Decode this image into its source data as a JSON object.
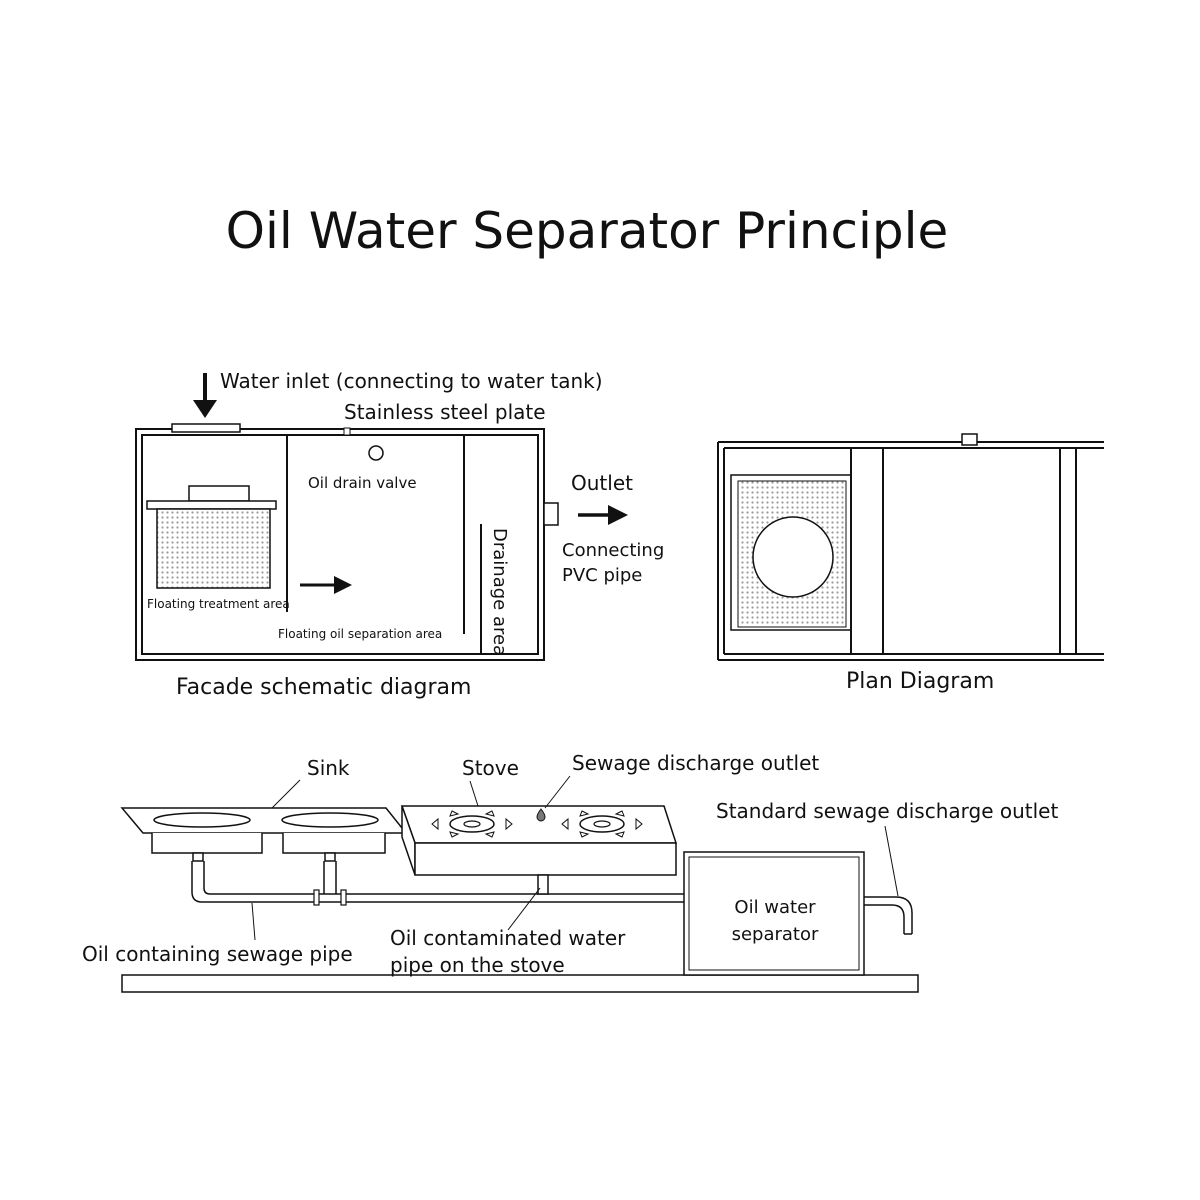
{
  "title": "Oil Water Separator Principle",
  "facade": {
    "water_inlet": "Water inlet (connecting to water tank)",
    "stainless_steel_plate": "Stainless steel plate",
    "oil_drain_valve": "Oil drain valve",
    "outlet": "Outlet",
    "connecting_pvc_line1": "Connecting",
    "connecting_pvc_line2": "PVC pipe",
    "floating_treatment_area": "Floating treatment area",
    "floating_oil_separation_area": "Floating oil separation area",
    "drainage_area": "Drainage area",
    "caption": "Facade schematic diagram"
  },
  "plan": {
    "caption": "Plan Diagram"
  },
  "installation": {
    "sink": "Sink",
    "stove": "Stove",
    "sewage_discharge_outlet": "Sewage discharge outlet",
    "standard_sewage_discharge_outlet": "Standard sewage discharge outlet",
    "separator_line1": "Oil water",
    "separator_line2": "separator",
    "oil_containing_sewage_pipe": "Oil containing sewage pipe",
    "stove_pipe_line1": "Oil contaminated water",
    "stove_pipe_line2": "pipe on the stove"
  },
  "colors": {
    "line": "#111111",
    "mesh": "#d8d8d8",
    "background": "#ffffff"
  }
}
